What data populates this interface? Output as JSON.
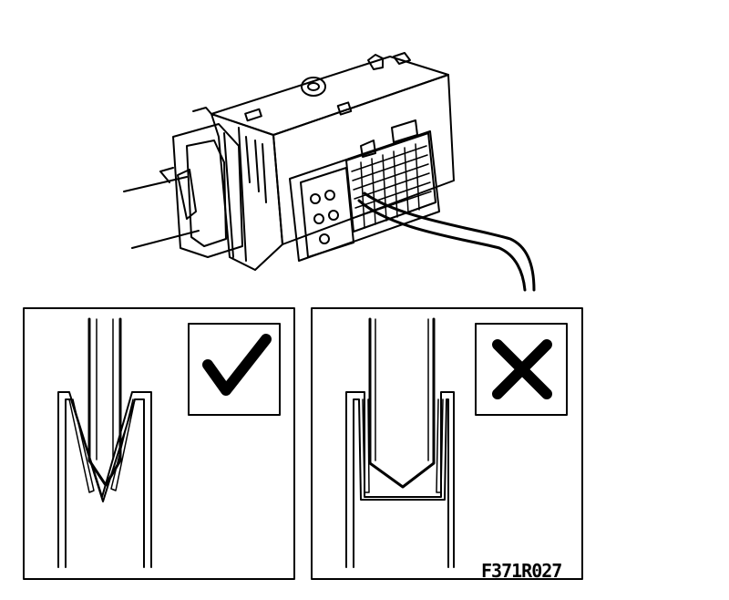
{
  "figure": {
    "reference_code": "F371R027"
  },
  "panels": [
    {
      "id": "correct",
      "indicator": "check-icon"
    },
    {
      "id": "incorrect",
      "indicator": "cross-icon"
    }
  ],
  "colors": {
    "line": "#000000",
    "background": "#ffffff"
  }
}
